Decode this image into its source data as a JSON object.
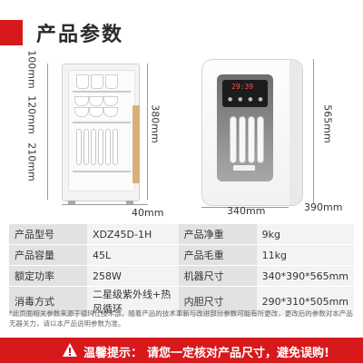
{
  "header": {
    "title": "产品参数"
  },
  "dimensions": {
    "left_height_top": "100mm",
    "left_height_mid": "120mm",
    "left_height_bottom": "210mm",
    "left_total": "380mm",
    "left_depth": "40mm",
    "right_height": "565mm",
    "right_width": "340mm",
    "right_depth": "390mm",
    "display_time": "29:39"
  },
  "specs": [
    {
      "k1": "产品型号",
      "v1": "XDZ45D-1H",
      "k2": "产品净重",
      "v2": "9kg"
    },
    {
      "k1": "产品容量",
      "v1": "45L",
      "k2": "产品毛重",
      "v2": "11kg"
    },
    {
      "k1": "额定功率",
      "v1": "258W",
      "k2": "机器尺寸",
      "v2": "340*390*565mm"
    },
    {
      "k1": "消毒方式",
      "v1": "二星级紫外线+热风循环",
      "k2": "内胆尺寸",
      "v2": "290*310*505mm"
    }
  ],
  "note": "*此页面相关参数来源于德玛仕技术部。随着产品的技术革新与改进部分参数可能有所更改，更改后的参数对本产品无器关力，请以本产品说明参数为准。",
  "tip": {
    "label": "温馨提示：",
    "text": "请您一定核对产品尺寸，避免误购!"
  },
  "colors": {
    "accent": "#d7191c"
  }
}
